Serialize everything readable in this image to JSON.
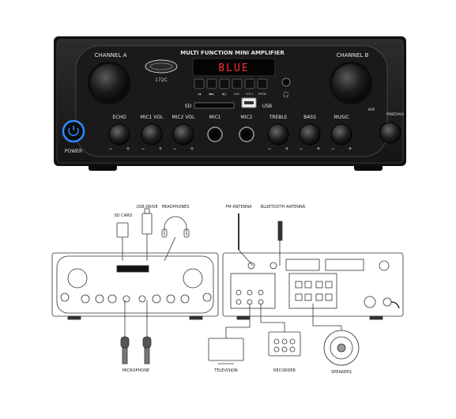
{
  "amplifier": {
    "title": "MULTI FUNCTION MINI AMPLIFIER",
    "brand": "172C",
    "display_text": "BLUE",
    "channel_a": "CHANNEL A",
    "channel_b": "CHANNEL B",
    "power": "POWER",
    "echo": "ECHO",
    "mic1_vol": "MIC1 VOL",
    "mic2_vol": "MIC2 VOL",
    "mic1": "MIC1",
    "mic2": "MIC2",
    "treble": "TREBLE",
    "bass": "BASS",
    "music": "MUSIC",
    "sd": "SD",
    "usb": "USB",
    "aux": "AUX",
    "fm_bt_aux": "FM/BT/AUX",
    "transport": [
      "|◀",
      "▶▶|",
      "▶||",
      "VOL-",
      "VOL+",
      "MODE"
    ],
    "minus": "−",
    "plus": "+"
  },
  "diagram": {
    "sd_card": "SD CARD",
    "usb_drive": "USB DRIVE",
    "headphones": "HEADPHONES",
    "fm_antenna": "FM ANTENNA",
    "bluetooth_antenna": "BLUETOOTH ANTENNA",
    "microphone": "MICROPHONE",
    "television": "TELEVISION",
    "recorder": "RECORDER",
    "speakers": "SPEAKERS"
  },
  "colors": {
    "chassis": "#1a1a1a",
    "panel": "#222222",
    "display_red": "#ff2a2a",
    "power_blue": "#2d8cff",
    "label_white": "#e6e6e6"
  }
}
